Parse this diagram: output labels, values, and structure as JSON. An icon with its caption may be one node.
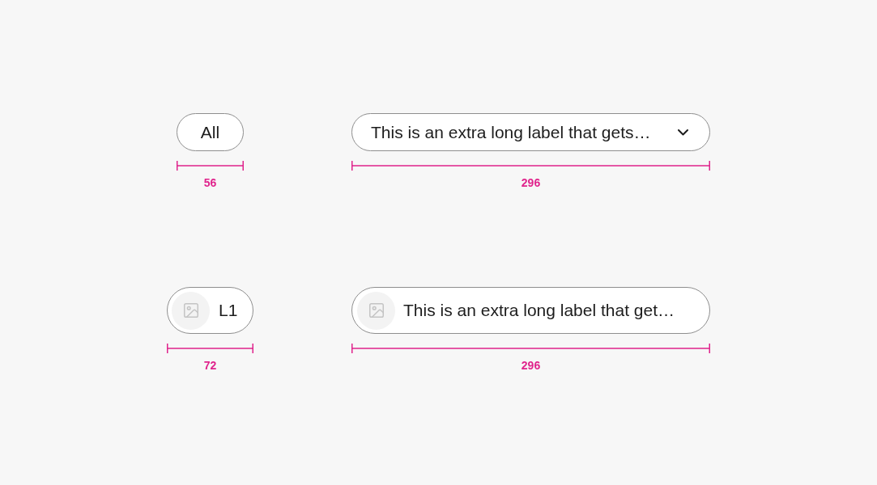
{
  "diagram": {
    "nodes": [
      {
        "text": [
          "All"
        ]
      },
      {
        "text": [
          "This is an extra long label that gets…"
        ]
      },
      {
        "text": [
          "L1"
        ]
      },
      {
        "text": [
          "This is an extra long label that get…"
        ]
      }
    ],
    "labels": [
      "56",
      "296",
      "72",
      "296"
    ]
  }
}
